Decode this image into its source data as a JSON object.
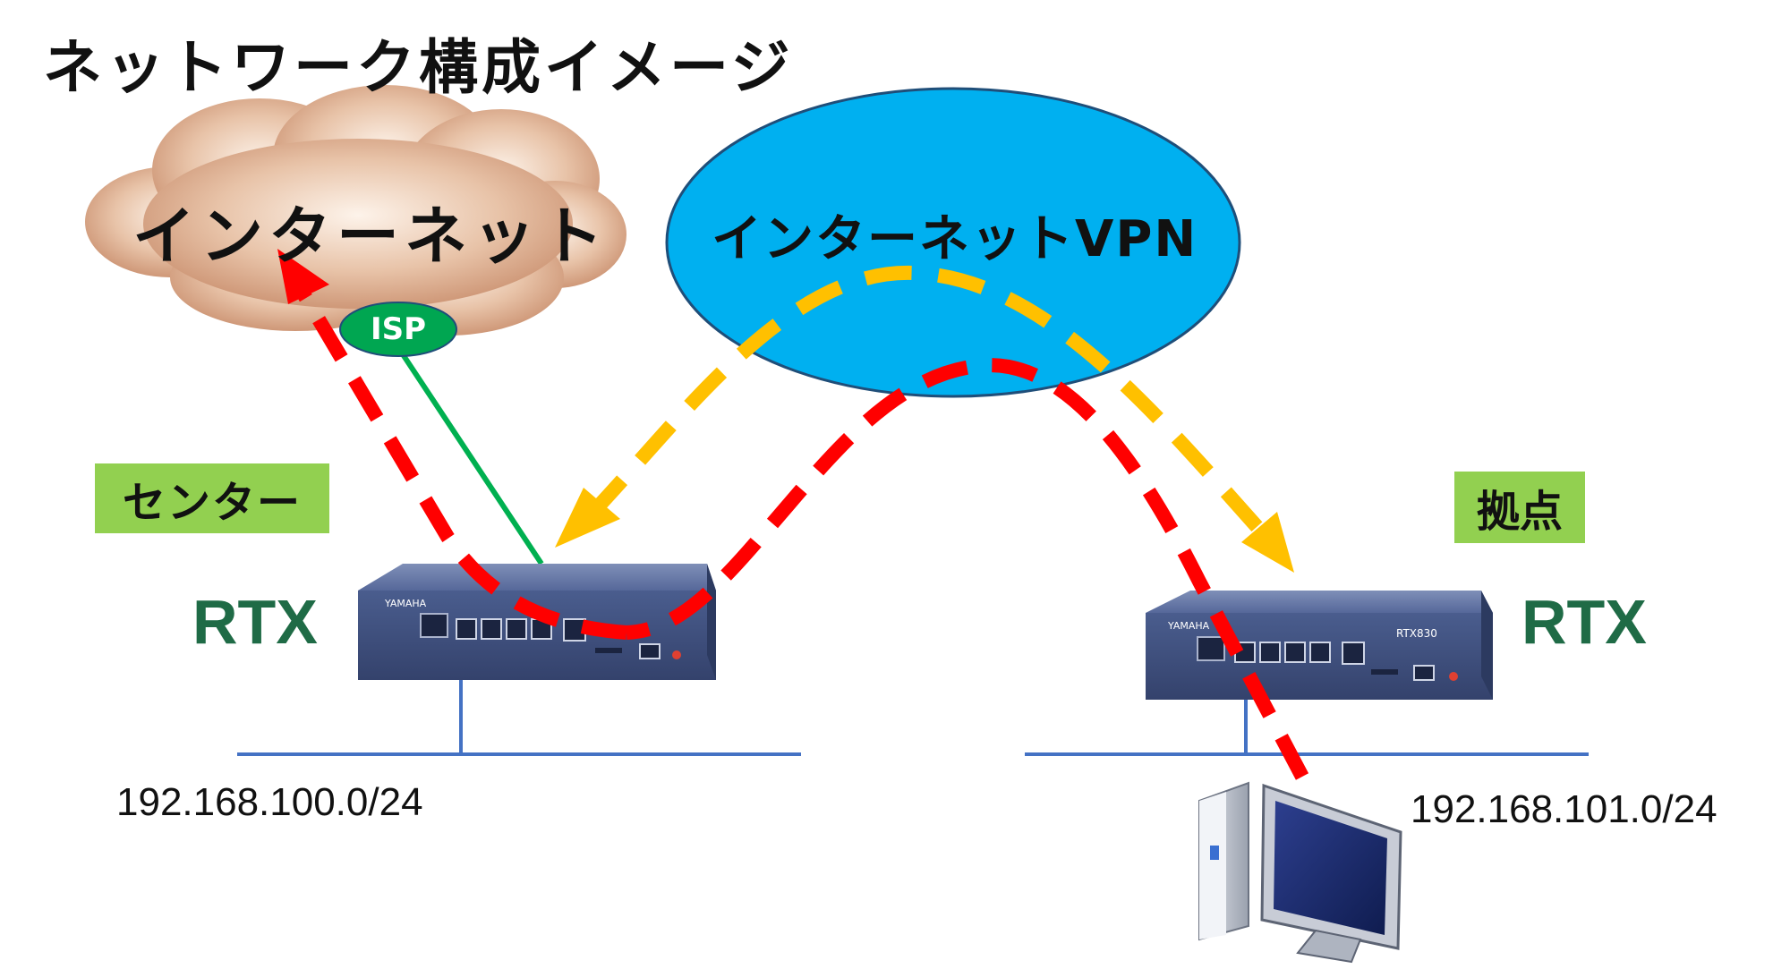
{
  "title": "ネットワーク構成イメージ",
  "cloud": {
    "label": "インターネット"
  },
  "vpn": {
    "label": "インターネットVPN"
  },
  "isp": {
    "label": "ISP"
  },
  "sites": {
    "center": {
      "label": "センター",
      "router": "RTX",
      "subnet": "192.168.100.0/24"
    },
    "branch": {
      "label": "拠点",
      "router": "RTX",
      "subnet": "192.168.101.0/24"
    }
  },
  "router_brand": "YAMAHA",
  "router_model": "RTX830",
  "colors": {
    "cloud": "#d9a88a",
    "vpn_ellipse": "#00b0f0",
    "isp_ellipse": "#00a651",
    "site_box": "#92d050",
    "rtx_text": "#1f6b46",
    "vpn_path": "#ffc000",
    "internet_path": "#ff0000",
    "isp_line": "#00b050",
    "lan_line": "#4472c4",
    "router_body": "#3e4f80"
  }
}
